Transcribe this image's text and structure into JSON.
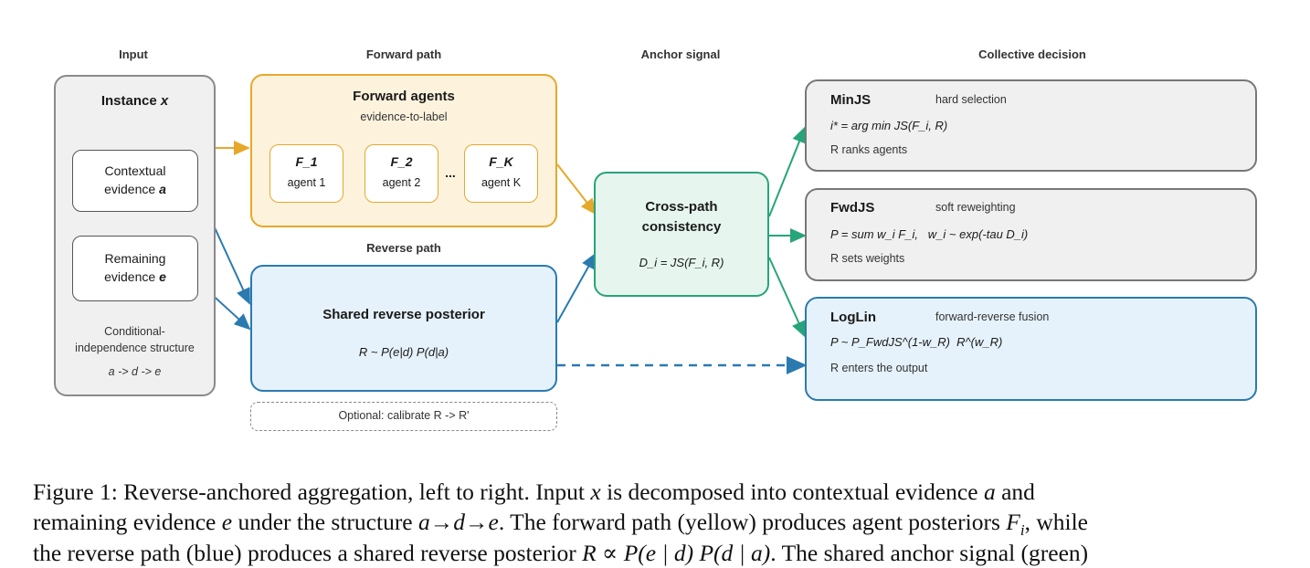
{
  "columns": {
    "input": "Input",
    "forward": "Forward path",
    "anchor": "Anchor signal",
    "decision": "Collective decision"
  },
  "instance": {
    "title": "Instance ",
    "title_var": "x",
    "contextual": {
      "line1": "Contextual",
      "line2": "evidence ",
      "var": "a"
    },
    "remaining": {
      "line1": "Remaining",
      "line2": "evidence ",
      "var": "e"
    },
    "ci_line1": "Conditional-",
    "ci_line2": "independence structure",
    "ci_formula": "a -> d -> e"
  },
  "forward_agents": {
    "title": "Forward agents",
    "subtitle": "evidence-to-label",
    "agents": [
      {
        "name": "F_1",
        "label": "agent 1"
      },
      {
        "name": "F_2",
        "label": "agent 2"
      },
      {
        "name": "F_K",
        "label": "agent K"
      }
    ],
    "ellipsis": "..."
  },
  "reverse": {
    "heading": "Reverse path",
    "title": "Shared reverse posterior",
    "formula": "R ~ P(e|d) P(d|a)",
    "optional": "Optional: calibrate R -> R'"
  },
  "consistency": {
    "line1": "Cross-path",
    "line2": "consistency",
    "formula": "D_i = JS(F_i, R)"
  },
  "decisions": [
    {
      "name": "MinJS",
      "desc": "hard selection",
      "formula": "i* = arg min JS(F_i, R)",
      "note": "R ranks agents"
    },
    {
      "name": "FwdJS",
      "desc": "soft reweighting",
      "formula": "P = sum w_i F_i,   w_i ~ exp(-tau D_i)",
      "note": "R sets weights"
    },
    {
      "name": "LogLin",
      "desc": "forward-reverse fusion",
      "formula": "P ~ P_FwdJS^(1-w_R)  R^(w_R)",
      "note": "R enters the output"
    }
  ],
  "caption": {
    "l1a": "Figure 1:  Reverse-anchored aggregation, left to right.  Input ",
    "l1x": "x",
    "l1b": " is decomposed into contextual evidence ",
    "l1a2": "a",
    "l1c": " and",
    "l2a": "remaining evidence ",
    "l2e": "e",
    "l2b": " under the structure ",
    "l2s": "a→d→e",
    "l2c": ". The forward path (yellow) produces agent posteriors ",
    "l2f": "F",
    "l2fi": "i",
    "l2d": ", while",
    "l3a": "the reverse path (blue) produces a shared reverse posterior ",
    "l3m": "R ∝ P(e | d) P(d | a)",
    "l3b": ". The shared anchor signal (green)"
  },
  "colors": {
    "orange": "#e6a82a",
    "orange_fill": "#fdf3dd",
    "blue": "#2a7ab0",
    "blue_fill": "#e6f2fb",
    "green": "#27a47a",
    "green_fill": "#e6f6ef",
    "gray": "#777777",
    "gray_fill": "#f0f0f0"
  }
}
